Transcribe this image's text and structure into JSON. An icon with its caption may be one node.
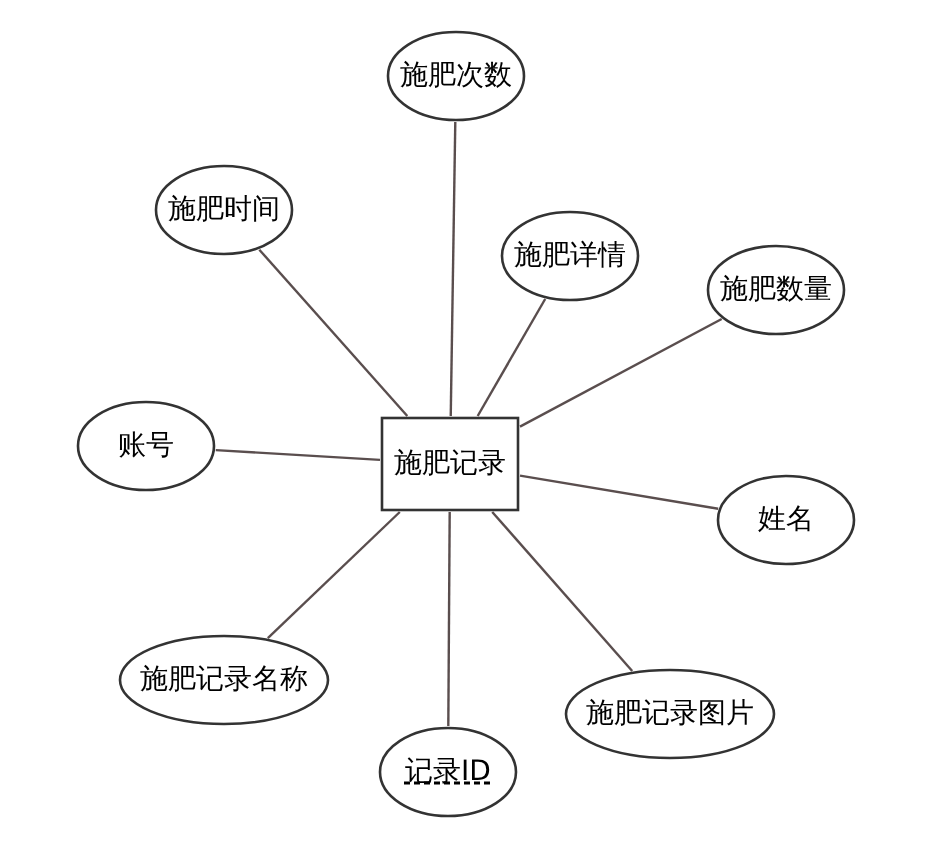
{
  "diagram": {
    "nodes": [
      {
        "text": [
          "施肥记录"
        ]
      },
      {
        "text": [
          "施肥次数"
        ]
      },
      {
        "text": [
          "施肥时间"
        ]
      },
      {
        "text": [
          "施肥详情"
        ]
      },
      {
        "text": [
          "施肥数量"
        ]
      },
      {
        "text": [
          "账号"
        ]
      },
      {
        "text": [
          "姓名"
        ]
      },
      {
        "text": [
          "施肥记录名称"
        ]
      },
      {
        "text": [
          "记录ID"
        ]
      },
      {
        "text": [
          "施肥记录图片"
        ]
      }
    ],
    "edges": [
      {
        "from": 0,
        "to": 1,
        "arrow": "none"
      },
      {
        "from": 0,
        "to": 2,
        "arrow": "none"
      },
      {
        "from": 0,
        "to": 3,
        "arrow": "none"
      },
      {
        "from": 0,
        "to": 4,
        "arrow": "none"
      },
      {
        "from": 0,
        "to": 5,
        "arrow": "none"
      },
      {
        "from": 0,
        "to": 6,
        "arrow": "none"
      },
      {
        "from": 0,
        "to": 7,
        "arrow": "none"
      },
      {
        "from": 0,
        "to": 8,
        "arrow": "none"
      },
      {
        "from": 0,
        "to": 9,
        "arrow": "none"
      }
    ]
  }
}
